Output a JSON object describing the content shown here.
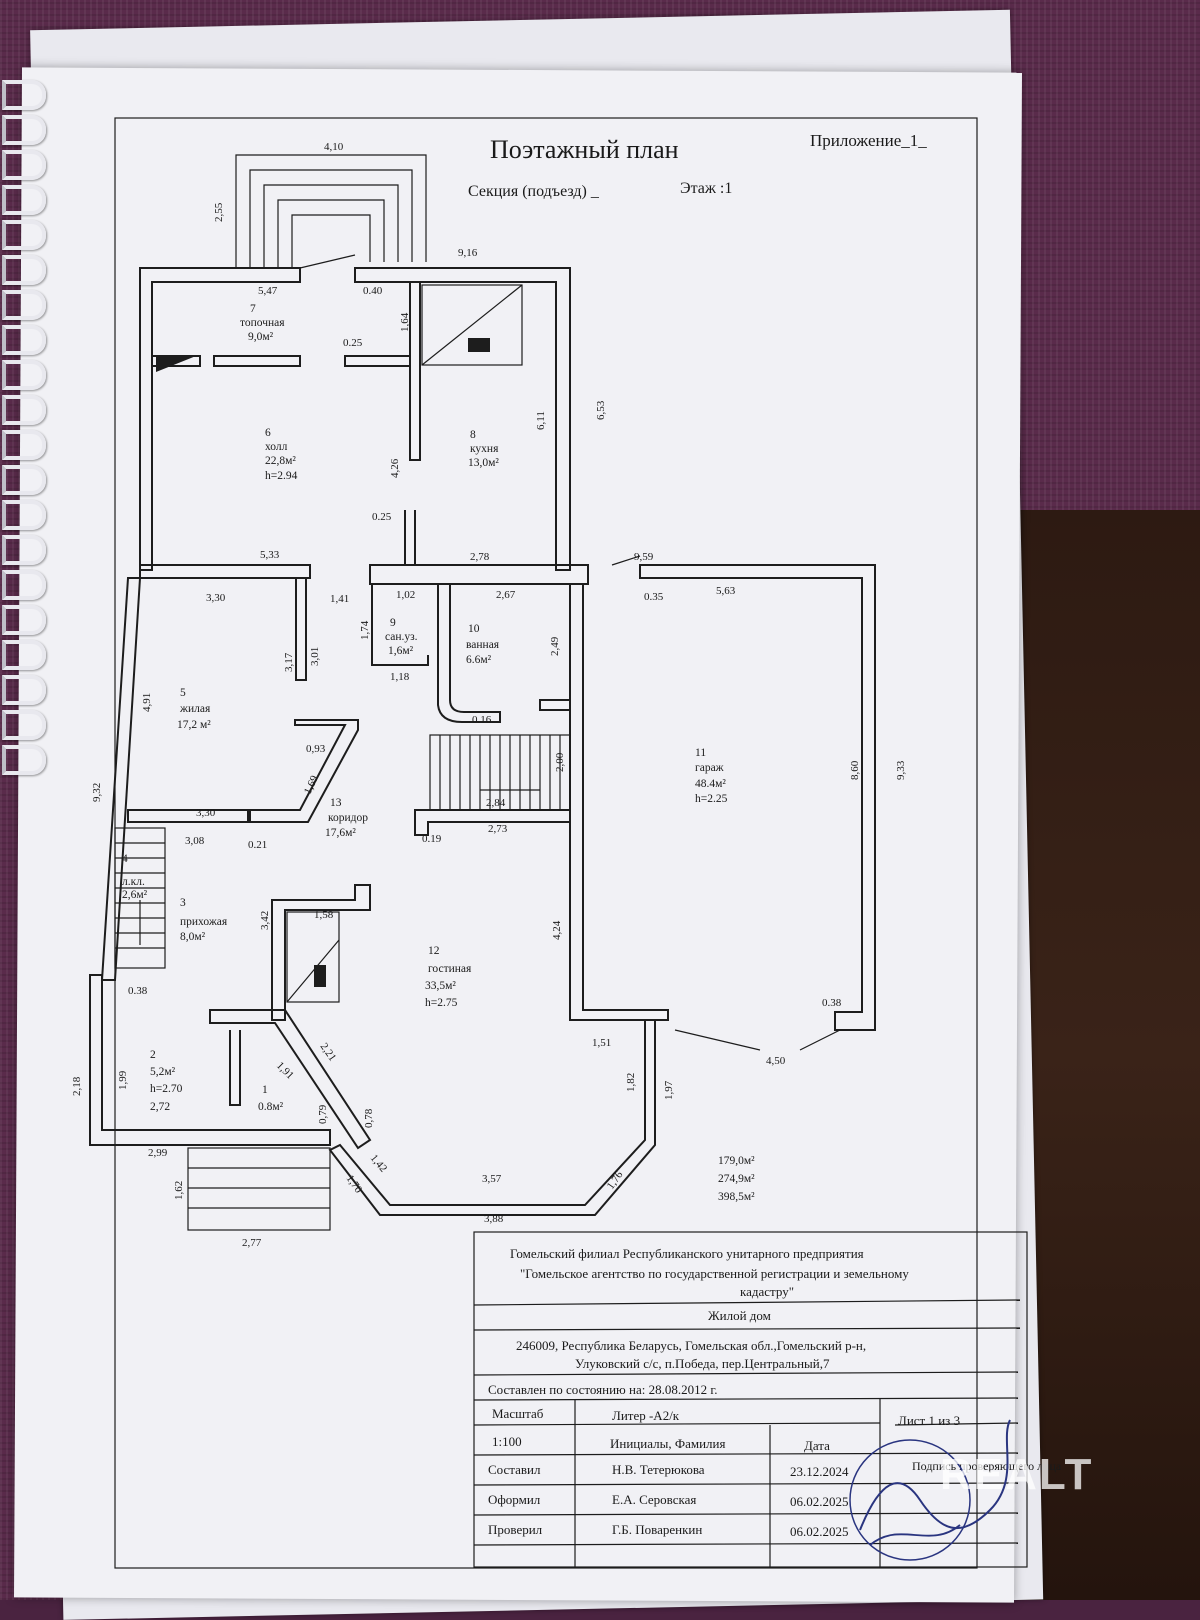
{
  "header": {
    "title": "Поэтажный план",
    "appendix": "Приложение_1_",
    "section": "Секция (подъезд) _",
    "floor": "Этаж :1"
  },
  "rooms": [
    {
      "num": "1",
      "area": "0.8м²"
    },
    {
      "num": "2",
      "area": "5,2м²",
      "height": "h=2.70",
      "extra": "2,72"
    },
    {
      "num": "3",
      "name": "прихожая",
      "area": "8,0м²"
    },
    {
      "num": "4",
      "name": "л.кл.",
      "area": "2,6м²"
    },
    {
      "num": "5",
      "name": "жилая",
      "area": "17,2 м²"
    },
    {
      "num": "6",
      "name": "холл",
      "area": "22,8м²",
      "height": "h=2.94"
    },
    {
      "num": "7",
      "name": "топочная",
      "area": "9,0м²"
    },
    {
      "num": "8",
      "name": "кухня",
      "area": "13,0м²"
    },
    {
      "num": "9",
      "name": "сан.уз.",
      "area": "1,6м²"
    },
    {
      "num": "10",
      "name": "ванная",
      "area": "6.6м²"
    },
    {
      "num": "11",
      "name": "гараж",
      "area": "48.4м²",
      "height": "h=2.25"
    },
    {
      "num": "12",
      "name": "гостиная",
      "area": "33,5м²",
      "height": "h=2.75"
    },
    {
      "num": "13",
      "name": "коридор",
      "area": "17,6м²"
    }
  ],
  "dimensions": {
    "d410": "4,10",
    "d255": "2,55",
    "d916": "9,16",
    "d547": "5,47",
    "d040": "0.40",
    "d164": "1,64",
    "d025a": "0.25",
    "d611": "6,11",
    "d653": "6,53",
    "d426": "4,26",
    "d025b": "0.25",
    "d533": "5,33",
    "d278": "2,78",
    "d959": "9,59",
    "d330a": "3,30",
    "d141": "1,41",
    "d102": "1,02",
    "d267": "2,67",
    "d035": "0.35",
    "d563": "5,63",
    "d174": "1,74",
    "d249": "2,49",
    "d317": "3,17",
    "d301": "3,01",
    "d491": "4,91",
    "d118": "1,18",
    "d016": "0.16",
    "d093": "0,93",
    "d200": "2,00",
    "d932": "9,32",
    "d169": "1,69",
    "d284": "2,84",
    "d860": "8,60",
    "d933": "9,33",
    "d330b": "3,30",
    "d308": "3,08",
    "d021": "0.21",
    "d019": "0.19",
    "d273": "2,73",
    "d342": "3,42",
    "d158": "1,58",
    "d424": "4,24",
    "d038a": "0.38",
    "d038b": "0.38",
    "d151": "1,51",
    "d450": "4,50",
    "d221": "2,21",
    "d218": "2,18",
    "d199": "1,99",
    "d191": "1,91",
    "d182": "1,82",
    "d197": "1,97",
    "d078": "0,78",
    "d079": "0,79",
    "d299": "2,99",
    "d142": "1,42",
    "d162": "1,62",
    "d170": "1,70",
    "d357": "3,57",
    "d176": "1,76",
    "d388": "3,88",
    "d277": "2,77"
  },
  "totals": [
    "179,0м²",
    "274,9м²",
    "398,5м²"
  ],
  "title_block": {
    "org_line1": "Гомельский филиал Республиканского унитарного предприятия",
    "org_line2": "\"Гомельское агентство по государственной регистрации и земельному",
    "org_line3": "кадастру\"",
    "object": "Жилой дом",
    "address_line1": "246009, Республика Беларусь, Гомельская обл.,Гомельский р-н,",
    "address_line2": "Улуковский с/с, п.Победа, пер.Центральный,7",
    "state_date": "Составлен по состоянию на:  28.08.2012 г.",
    "scale_label": "Масштаб",
    "scale_value": "1:100",
    "liter": "Литер -А2/к",
    "sheet": "Лист  1  из  3",
    "col_name": "Инициалы, Фамилия",
    "col_date": "Дата",
    "col_sign": "Подпись проверяющего лица",
    "rows": [
      {
        "role": "Составил",
        "name": "Н.В. Тетерюкова",
        "date": "23.12.2024"
      },
      {
        "role": "Оформил",
        "name": "Е.А. Серовская",
        "date": "06.02.2025"
      },
      {
        "role": "Проверил",
        "name": "Г.Б. Поваренкин",
        "date": "06.02.2025"
      }
    ]
  },
  "watermark": "REALT",
  "colors": {
    "ink": "#1d1d1d",
    "paper": "#f1f1f5",
    "fabric": "#5a2b4b"
  }
}
